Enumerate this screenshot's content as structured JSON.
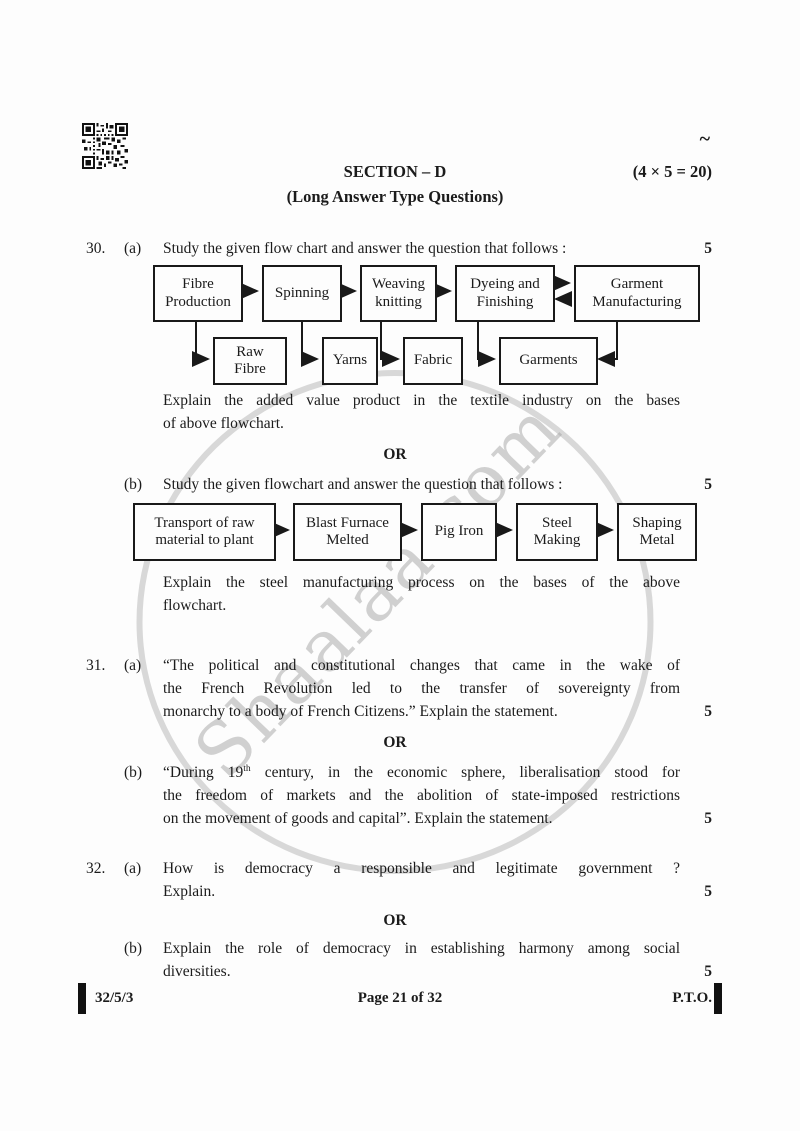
{
  "page": {
    "tilde": "~",
    "footer": {
      "code": "32/5/3",
      "page": "Page 21 of 32",
      "pto": "P.T.O."
    }
  },
  "section": {
    "title": "SECTION – D",
    "marks": "(4 × 5 = 20)",
    "subtitle": "(Long Answer Type Questions)"
  },
  "labels": {
    "or": "OR"
  },
  "watermark": {
    "text": "Shaalaa.com"
  },
  "q30": {
    "number": "30.",
    "a": {
      "letter": "(a)",
      "prompt": "Study the given flow chart and answer the question that follows :",
      "marks": "5",
      "explain": [
        "Explain the added value product in the textile industry on the bases",
        "of above flowchart."
      ]
    },
    "b": {
      "letter": "(b)",
      "prompt": "Study the given flowchart and answer the question that follows :",
      "marks": "5",
      "explain": [
        "Explain the steel manufacturing process on the bases of the above",
        "flowchart."
      ]
    },
    "flowchart_textile": {
      "boxes": {
        "fibre_production": [
          "Fibre",
          "Production"
        ],
        "spinning": [
          "Spinning"
        ],
        "weaving_knitting": [
          "Weaving",
          "knitting"
        ],
        "dyeing_finishing": [
          "Dyeing and",
          "Finishing"
        ],
        "garment_manufacturing": [
          "Garment",
          "Manufacturing"
        ],
        "raw_fibre": [
          "Raw",
          "Fibre"
        ],
        "yarns": [
          "Yarns"
        ],
        "fabric": [
          "Fabric"
        ],
        "garments": [
          "Garments"
        ]
      }
    },
    "flowchart_steel": {
      "boxes": {
        "transport": [
          "Transport of raw",
          "material to plant"
        ],
        "blast_furnace": [
          "Blast Furnace",
          "Melted"
        ],
        "pig_iron": [
          "Pig Iron"
        ],
        "steel_making": [
          "Steel",
          "Making"
        ],
        "shaping_metal": [
          "Shaping",
          "Metal"
        ]
      }
    }
  },
  "q31": {
    "number": "31.",
    "a": {
      "letter": "(a)",
      "marks": "5",
      "lines": [
        "“The political and constitutional changes that came in the wake of",
        "the French Revolution led to the transfer of sovereignty from",
        "monarchy to a body of French Citizens.” Explain the statement."
      ]
    },
    "b": {
      "letter": "(b)",
      "marks": "5",
      "line1_parts": [
        "“During 19",
        "th",
        " century, in the economic sphere, liberalisation stood for"
      ],
      "lines": [
        "the freedom of markets and the abolition of state-imposed restrictions",
        "on the movement of goods and capital”. Explain the statement."
      ]
    }
  },
  "q32": {
    "number": "32.",
    "a": {
      "letter": "(a)",
      "marks": "5",
      "lines": [
        "How is democracy a responsible and legitimate government ?",
        "Explain."
      ]
    },
    "b": {
      "letter": "(b)",
      "marks": "5",
      "lines": [
        "Explain the role of democracy in establishing harmony among social",
        "diversities."
      ]
    }
  }
}
